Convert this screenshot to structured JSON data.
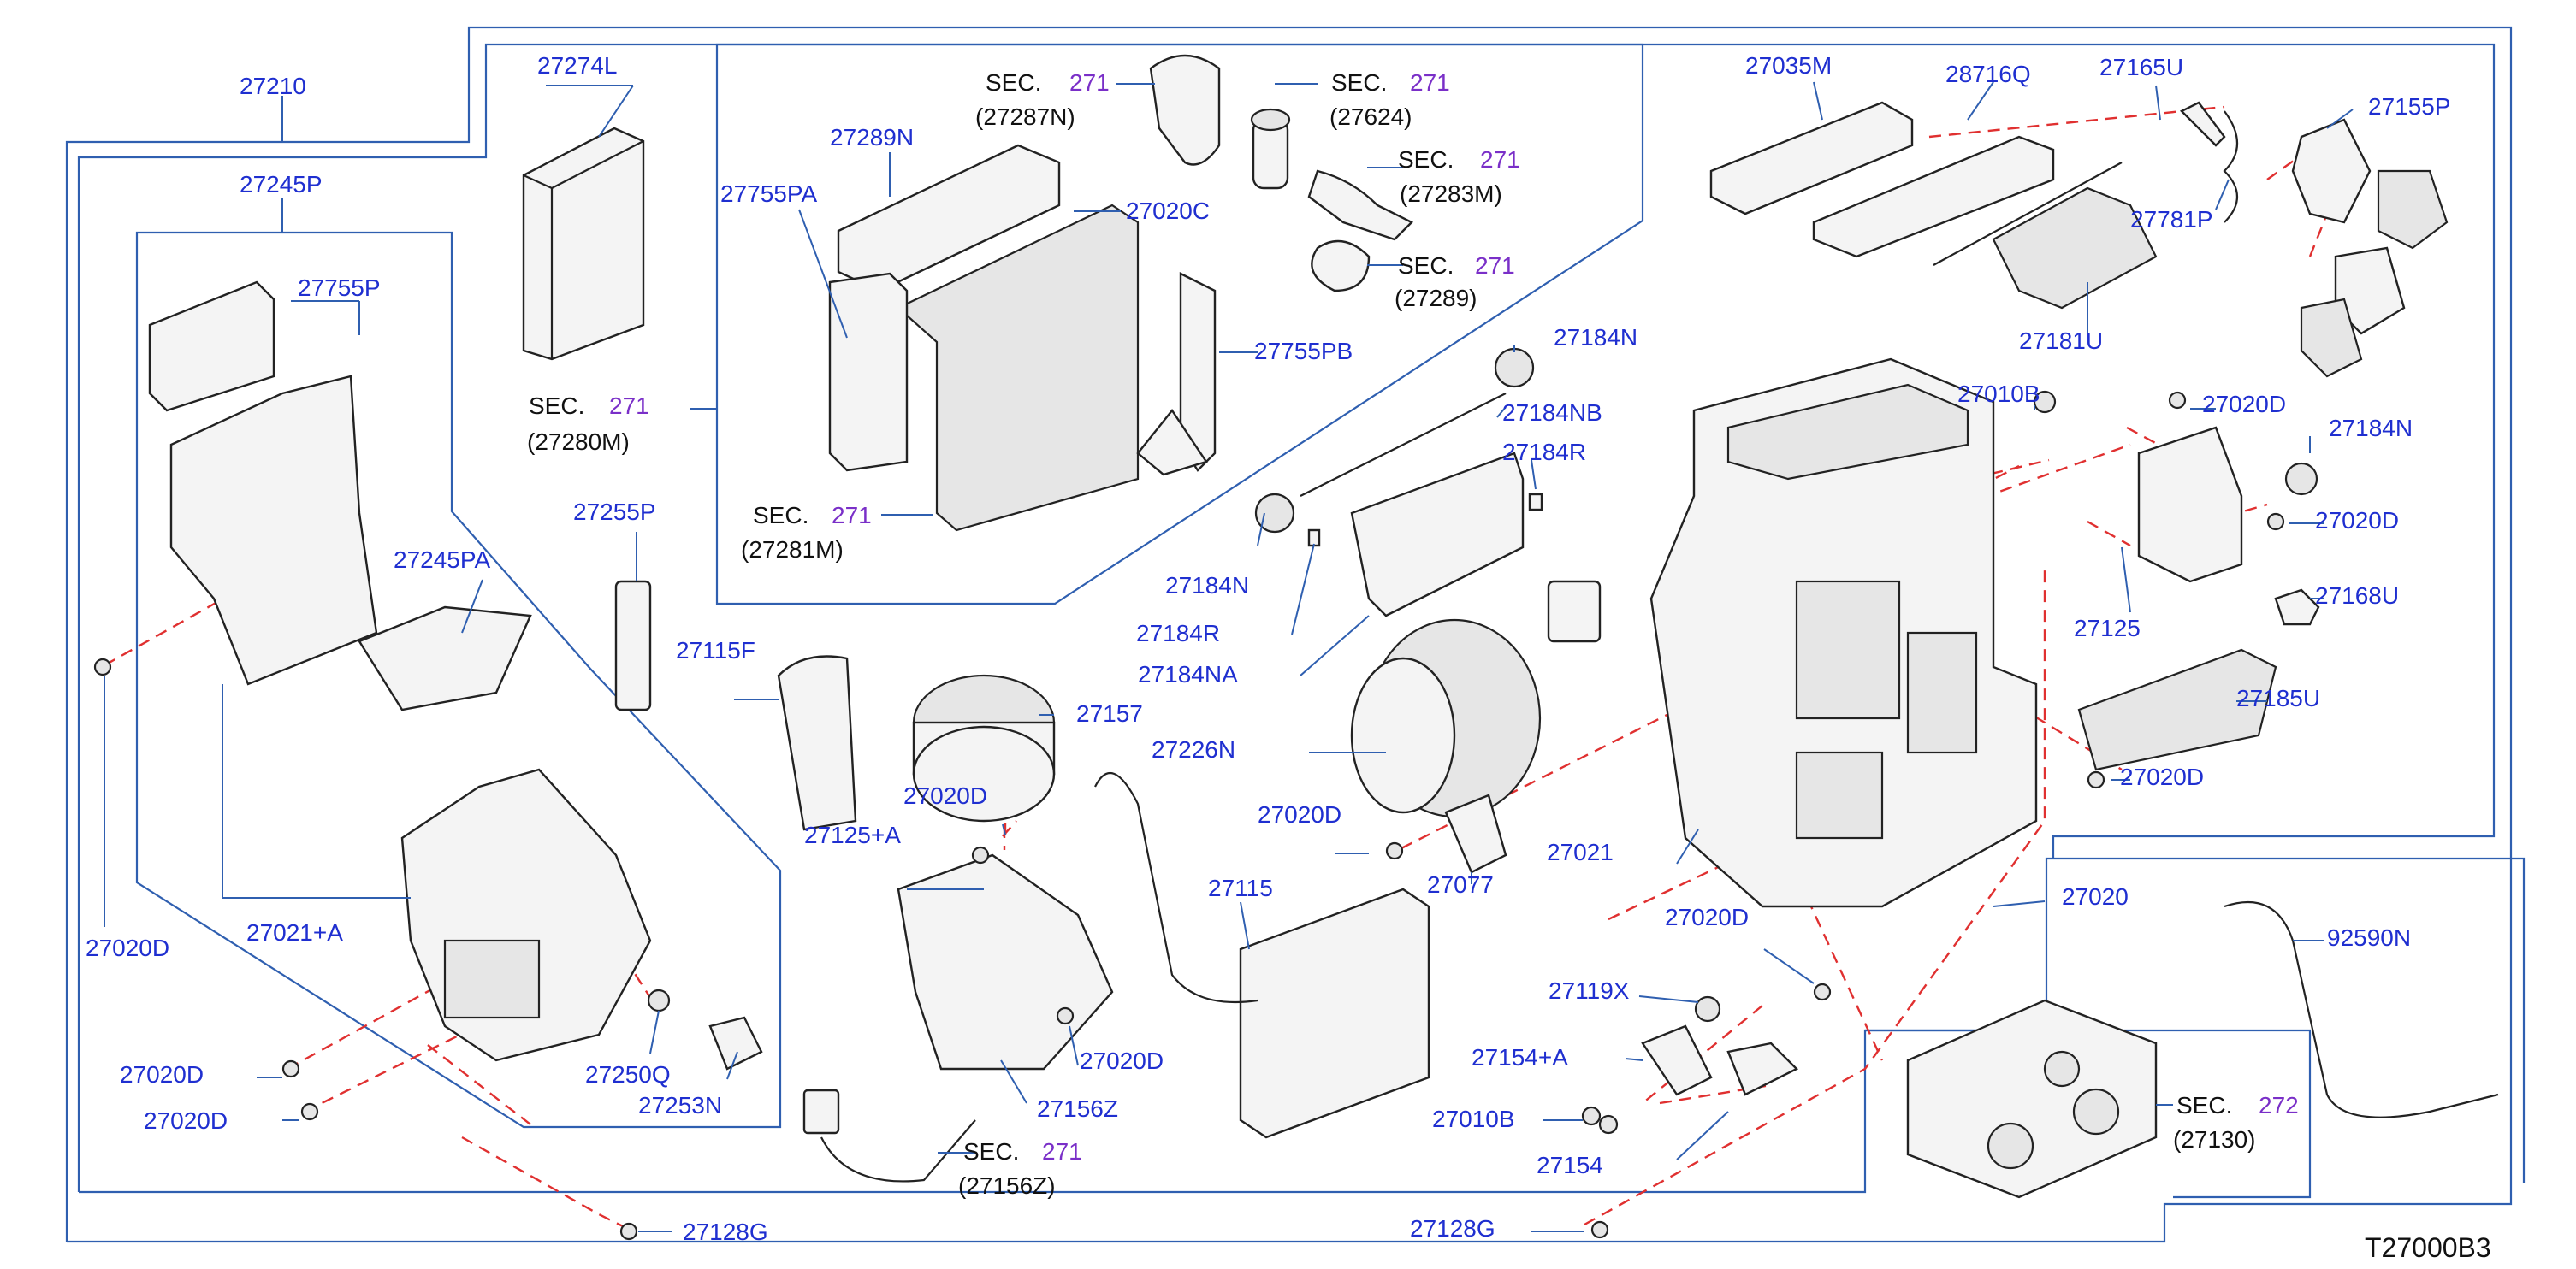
{
  "diagram_code": "T27000B3",
  "sec_word": "SEC.",
  "part_labels": [
    {
      "id": "p27210",
      "text": "27210"
    },
    {
      "id": "p27274L",
      "text": "27274L"
    },
    {
      "id": "p27245P",
      "text": "27245P"
    },
    {
      "id": "p27755P",
      "text": "27755P"
    },
    {
      "id": "p27289N",
      "text": "27289N"
    },
    {
      "id": "p27755PA",
      "text": "27755PA"
    },
    {
      "id": "p27020C",
      "text": "27020C"
    },
    {
      "id": "p27755PB",
      "text": "27755PB"
    },
    {
      "id": "p27035M",
      "text": "27035M"
    },
    {
      "id": "p28716Q",
      "text": "28716Q"
    },
    {
      "id": "p27165U",
      "text": "27165U"
    },
    {
      "id": "p27155P",
      "text": "27155P"
    },
    {
      "id": "p27781P",
      "text": "27781P"
    },
    {
      "id": "p27181U",
      "text": "27181U"
    },
    {
      "id": "p27184N_a",
      "text": "27184N"
    },
    {
      "id": "p27184NB",
      "text": "27184NB"
    },
    {
      "id": "p27184R_a",
      "text": "27184R"
    },
    {
      "id": "p27010B_a",
      "text": "27010B"
    },
    {
      "id": "p27020D_r1",
      "text": "27020D"
    },
    {
      "id": "p27184N_r",
      "text": "27184N"
    },
    {
      "id": "p27020D_r2",
      "text": "27020D"
    },
    {
      "id": "p27168U",
      "text": "27168U"
    },
    {
      "id": "p27125",
      "text": "27125"
    },
    {
      "id": "p27185U",
      "text": "27185U"
    },
    {
      "id": "p27020D_r3",
      "text": "27020D"
    },
    {
      "id": "p27255P",
      "text": "27255P"
    },
    {
      "id": "p27245PA",
      "text": "27245PA"
    },
    {
      "id": "p27115F",
      "text": "27115F"
    },
    {
      "id": "p27157",
      "text": "27157"
    },
    {
      "id": "p27184N_b",
      "text": "27184N"
    },
    {
      "id": "p27184R_b",
      "text": "27184R"
    },
    {
      "id": "p27184NA",
      "text": "27184NA"
    },
    {
      "id": "p27226N",
      "text": "27226N"
    },
    {
      "id": "p27020D_m1",
      "text": "27020D"
    },
    {
      "id": "p27125A",
      "text": "27125+A"
    },
    {
      "id": "p27020D_m2",
      "text": "27020D"
    },
    {
      "id": "p27077",
      "text": "27077"
    },
    {
      "id": "p27021",
      "text": "27021"
    },
    {
      "id": "p27020",
      "text": "27020"
    },
    {
      "id": "p27020D_m3",
      "text": "27020D"
    },
    {
      "id": "p92590N",
      "text": "92590N"
    },
    {
      "id": "p27115",
      "text": "27115"
    },
    {
      "id": "p27021A",
      "text": "27021+A"
    },
    {
      "id": "p27020D_l1",
      "text": "27020D"
    },
    {
      "id": "p27020D_l2",
      "text": "27020D"
    },
    {
      "id": "p27020D_l3",
      "text": "27020D"
    },
    {
      "id": "p27250Q",
      "text": "27250Q"
    },
    {
      "id": "p27253N",
      "text": "27253N"
    },
    {
      "id": "p27020D_m4",
      "text": "27020D"
    },
    {
      "id": "p27156Z",
      "text": "27156Z"
    },
    {
      "id": "p27119X",
      "text": "27119X"
    },
    {
      "id": "p27154A",
      "text": "27154+A"
    },
    {
      "id": "p27010B_b",
      "text": "27010B"
    },
    {
      "id": "p27154",
      "text": "27154"
    },
    {
      "id": "p27128G_a",
      "text": "27128G"
    },
    {
      "id": "p27128G_b",
      "text": "27128G"
    }
  ],
  "section_refs": [
    {
      "id": "s27287N",
      "sec": "271",
      "ref": "(27287N)"
    },
    {
      "id": "s27624",
      "sec": "271",
      "ref": "(27624)"
    },
    {
      "id": "s27283M",
      "sec": "271",
      "ref": "(27283M)"
    },
    {
      "id": "s27289",
      "sec": "271",
      "ref": "(27289)"
    },
    {
      "id": "s27280M",
      "sec": "271",
      "ref": "(27280M)"
    },
    {
      "id": "s27281M",
      "sec": "271",
      "ref": "(27281M)"
    },
    {
      "id": "s27156Z",
      "sec": "271",
      "ref": "(27156Z)"
    },
    {
      "id": "s27130",
      "sec": "272",
      "ref": "(27130)"
    }
  ]
}
